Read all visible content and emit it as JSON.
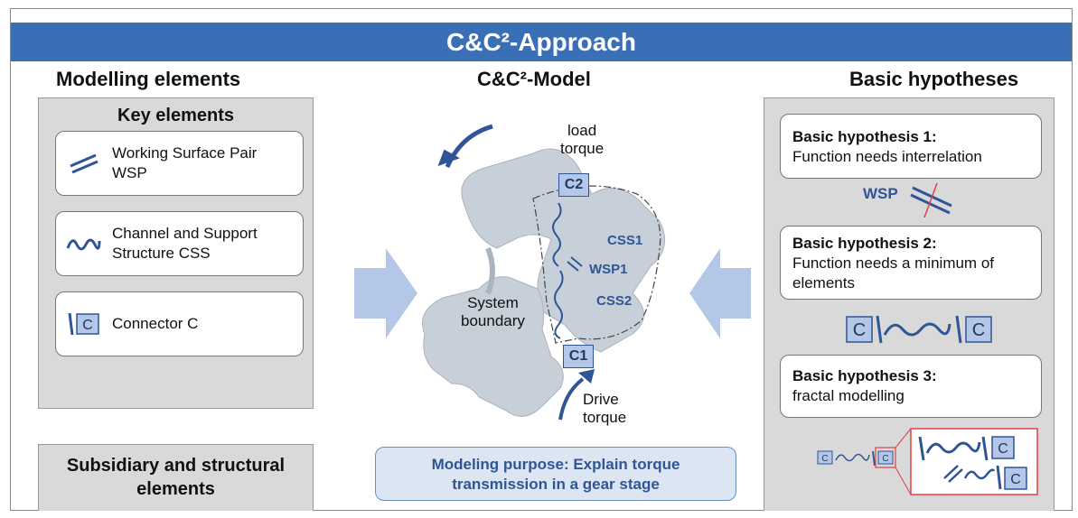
{
  "banner": {
    "title": "C&C²-Approach"
  },
  "left": {
    "title": "Modelling elements",
    "key_title": "Key elements",
    "items": [
      {
        "label_line1": "Working Surface Pair",
        "label_line2": "WSP",
        "icon": "wsp-icon"
      },
      {
        "label_line1": "Channel and Support",
        "label_line2": "Structure CSS",
        "icon": "css-icon"
      },
      {
        "label_line1": "Connector C",
        "label_line2": "",
        "icon": "connector-icon"
      }
    ],
    "subsidiary_line1": "Subsidiary and structural",
    "subsidiary_line2": "elements"
  },
  "center": {
    "title": "C&C²-Model",
    "load_line1": "load",
    "load_line2": "torque",
    "drive_line1": "Drive",
    "drive_line2": "torque",
    "system_line1": "System",
    "system_line2": "boundary",
    "c2": "C2",
    "c1": "C1",
    "css1": "CSS1",
    "css2": "CSS2",
    "wsp1": "WSP1",
    "purpose_line1": "Modeling purpose: Explain torque",
    "purpose_line2": "transmission in a gear stage"
  },
  "right": {
    "title": "Basic hypotheses",
    "hypotheses": [
      {
        "title": "Basic hypothesis 1:",
        "body_line1": "Function needs interrelation",
        "body_line2": ""
      },
      {
        "title": "Basic hypothesis 2:",
        "body_line1": "Function needs a minimum  of",
        "body_line2": "elements"
      },
      {
        "title": "Basic hypothesis 3:",
        "body_line1": "fractal modelling",
        "body_line2": ""
      }
    ],
    "wsp_label": "WSP",
    "c_letter": "C"
  },
  "colors": {
    "banner": "#3a6fb5",
    "accent": "#2f5597",
    "panel": "#d9d9d9",
    "arrow": "#b4c7e7"
  }
}
